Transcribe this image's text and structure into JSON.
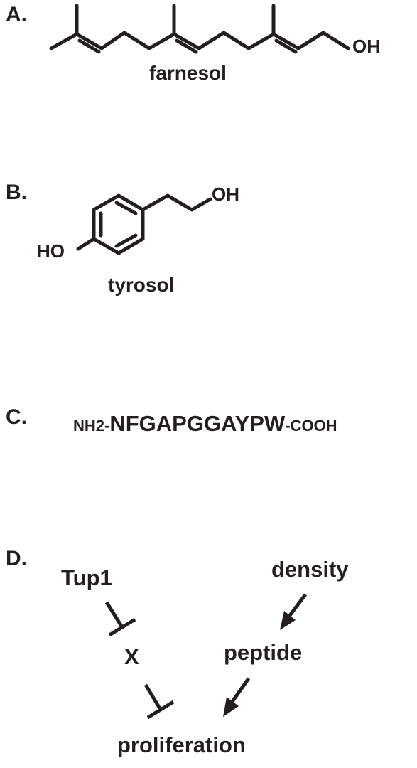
{
  "panels": {
    "a": {
      "label": "A.",
      "oh": "OH",
      "name": "farnesol"
    },
    "b": {
      "label": "B.",
      "oh": "OH",
      "ho": "HO",
      "name": "tyrosol"
    },
    "c": {
      "label": "C.",
      "n_terminus": "NH2-",
      "sequence": "NFGAPGGAYPW",
      "c_terminus": "-COOH"
    },
    "d": {
      "label": "D.",
      "nodes": {
        "tup1": "Tup1",
        "x": "X",
        "density": "density",
        "peptide": "peptide",
        "proliferation": "proliferation"
      },
      "edges": [
        {
          "from": "Tup1",
          "to": "X",
          "type": "inhibits"
        },
        {
          "from": "X",
          "to": "proliferation",
          "type": "inhibits"
        },
        {
          "from": "density",
          "to": "peptide",
          "type": "activates"
        },
        {
          "from": "peptide",
          "to": "proliferation",
          "type": "activates"
        }
      ]
    }
  }
}
